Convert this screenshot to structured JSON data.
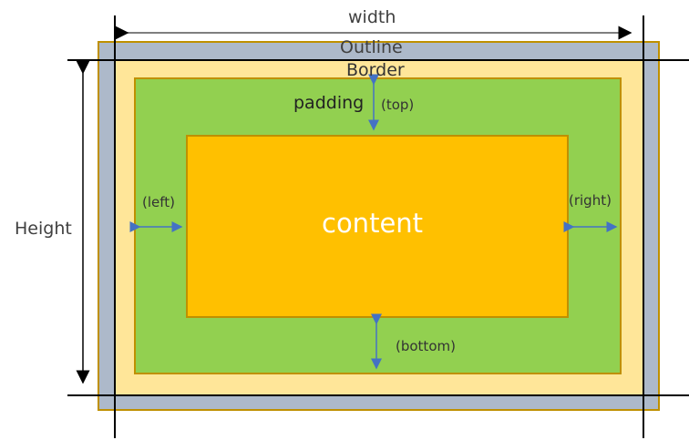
{
  "title": "CSS box model diagram",
  "labels": {
    "width": "width",
    "height": "Height",
    "outline": "Outline",
    "border": "Border",
    "padding": "padding",
    "top": "(top)",
    "left": "(left)",
    "right": "(right)",
    "bottom": "(bottom)",
    "content": "content"
  },
  "colors": {
    "outline": "#adb9ca",
    "border": "#ffe699",
    "padding": "#92d050",
    "content": "#ffc000",
    "edge": "#bf9000",
    "arrow_blue": "#4472c4",
    "dimension_line": "#000000"
  }
}
